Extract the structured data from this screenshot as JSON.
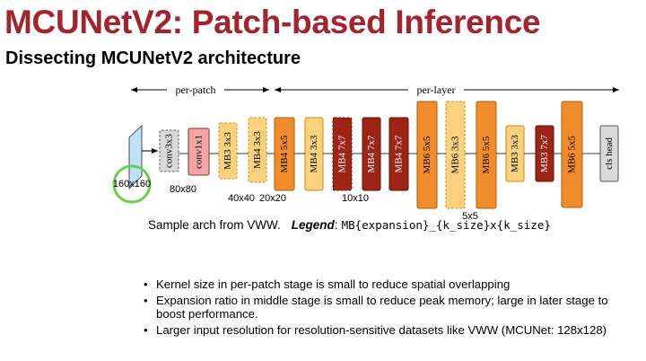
{
  "title": "MCUNetV2: Patch-based Inference",
  "subtitle": "Dissecting MCUNetV2 architecture",
  "diagram": {
    "stage_labels": {
      "per_patch": "per-patch",
      "per_layer": "per-layer"
    },
    "input_label": "160x160",
    "blocks": [
      {
        "id": "conv3x3",
        "label": "conv3x3",
        "fill": "#d9d9d9",
        "border": "#555555",
        "dashed": true
      },
      {
        "id": "conv1x1",
        "label": "conv1x1",
        "fill": "#f4a6a6",
        "border": "#8b2e2e",
        "dashed": false
      },
      {
        "id": "mb3-3x3-a",
        "label": "MB3 3x3",
        "fill": "#fdd27e",
        "border": "#d18b00",
        "dashed": true
      },
      {
        "id": "mb4-3x3-a",
        "label": "MB4 3x3",
        "fill": "#fdd27e",
        "border": "#d18b00",
        "dashed": true
      },
      {
        "id": "mb4-5x5",
        "label": "MB4 5x5",
        "fill": "#f08c2c",
        "border": "#b05e00",
        "dashed": false
      },
      {
        "id": "mb4-3x3-b",
        "label": "MB4 3x3",
        "fill": "#fdd27e",
        "border": "#d18b00",
        "dashed": false
      },
      {
        "id": "mb4-7x7-a",
        "label": "MB4 7x7",
        "fill": "#9e2515",
        "border": "#5e1208",
        "dashed": true
      },
      {
        "id": "mb4-7x7-b",
        "label": "MB4 7x7",
        "fill": "#9e2515",
        "border": "#5e1208",
        "dashed": false
      },
      {
        "id": "mb4-7x7-c",
        "label": "MB4 7x7",
        "fill": "#9e2515",
        "border": "#5e1208",
        "dashed": false
      },
      {
        "id": "mb6-5x5-a",
        "label": "MB6 5x5",
        "fill": "#f08c2c",
        "border": "#b05e00",
        "dashed": false
      },
      {
        "id": "mb6-3x3",
        "label": "MB6 3x3",
        "fill": "#fdd27e",
        "border": "#d18b00",
        "dashed": true
      },
      {
        "id": "mb6-5x5-b",
        "label": "MB6 5x5",
        "fill": "#f08c2c",
        "border": "#b05e00",
        "dashed": false
      },
      {
        "id": "mb3-3x3-b",
        "label": "MB3 3x3",
        "fill": "#fdd27e",
        "border": "#d18b00",
        "dashed": false
      },
      {
        "id": "mb3-7x7",
        "label": "MB3 7x7",
        "fill": "#9e2515",
        "border": "#5e1208",
        "dashed": false
      },
      {
        "id": "mb6-5x5-c",
        "label": "MB6 5x5",
        "fill": "#f08c2c",
        "border": "#b05e00",
        "dashed": false
      },
      {
        "id": "cls-head",
        "label": "cls head",
        "fill": "#d9d9d9",
        "border": "#555555",
        "dashed": false
      }
    ],
    "resolution_labels": [
      "80x80",
      "40x40",
      "20x20",
      "10x10",
      "5x5"
    ]
  },
  "caption": {
    "text": "Sample arch from VWW.",
    "legend_label": "Legend",
    "legend_code": "MB{expansion}_{k_size}x{k_size}"
  },
  "bullets": [
    "Kernel size in per-patch stage is small to reduce spatial overlapping",
    "Expansion ratio in middle stage is small to reduce peak memory; large in later stage to boost performance.",
    "Larger input resolution for resolution-sensitive datasets like VWW (MCUNet: 128x128)"
  ]
}
